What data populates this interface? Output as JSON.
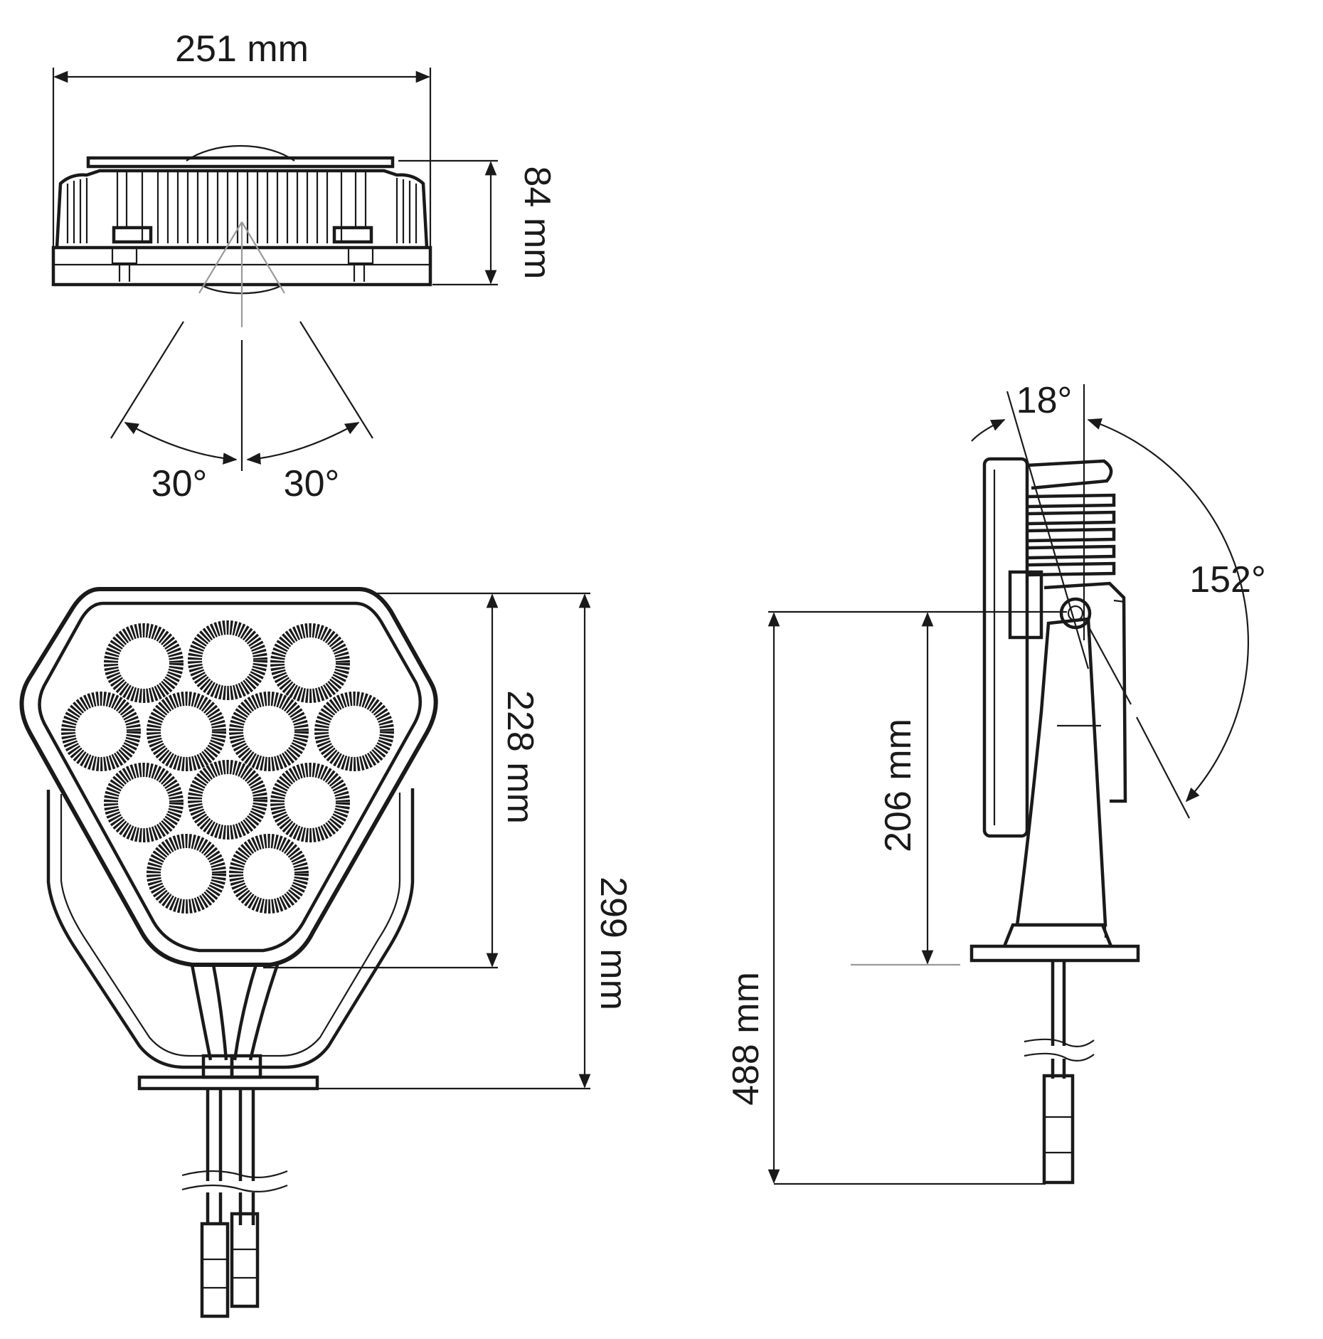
{
  "colors": {
    "line": "#1a1a1a",
    "guide": "#9a9a9a",
    "background": "#ffffff"
  },
  "dimensions": {
    "width": "251 mm",
    "depth": "84 mm",
    "angle_left": "30°",
    "angle_right": "30°",
    "head_height": "228 mm",
    "total_height": "299 mm",
    "tilt_small": "18°",
    "tilt_large": "152°",
    "pivot_height": "206 mm",
    "overall_height": "488 mm"
  }
}
